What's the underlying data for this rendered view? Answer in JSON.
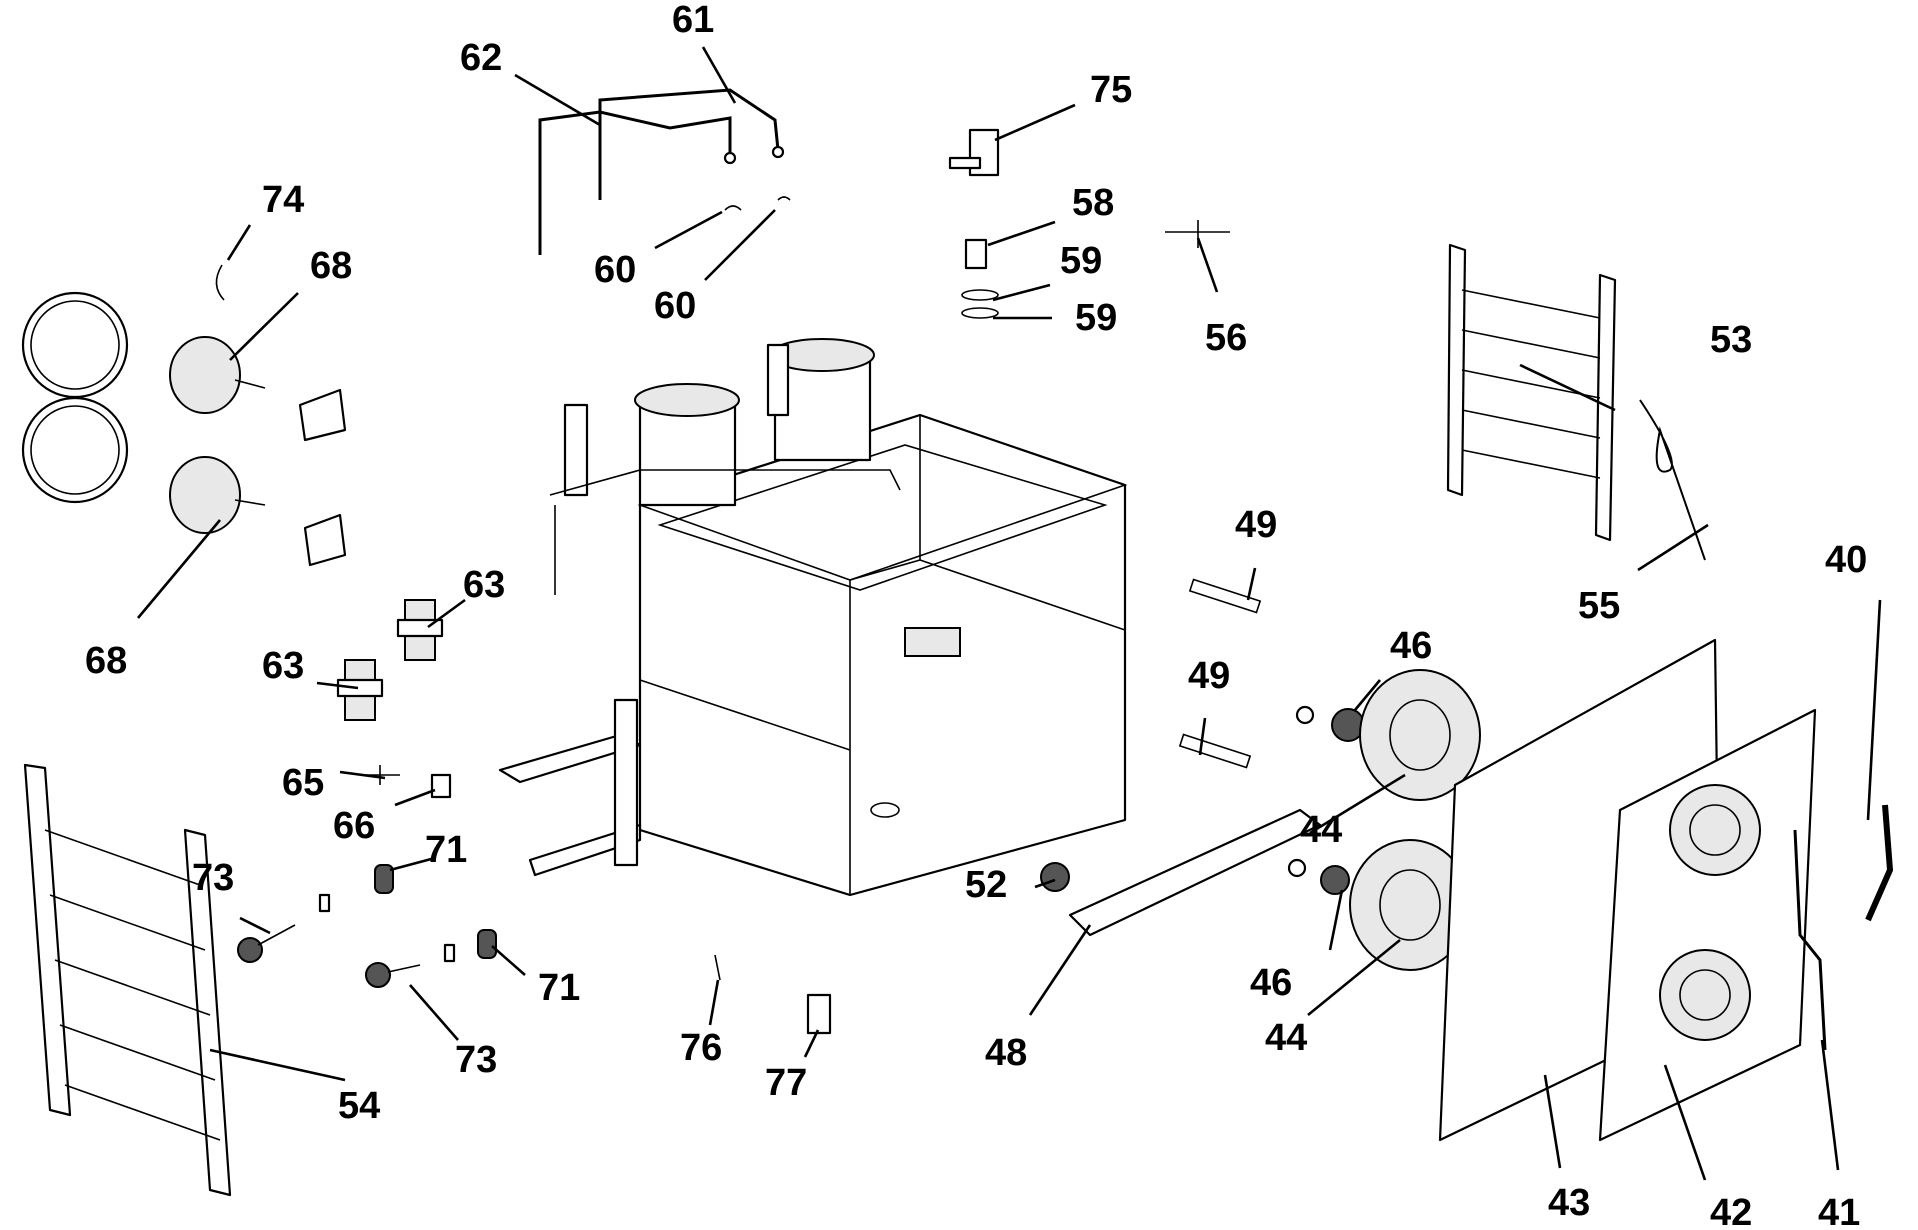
{
  "labels": {
    "l61": "61",
    "l62": "62",
    "l75": "75",
    "l74": "74",
    "l68a": "68",
    "l60a": "60",
    "l60b": "60",
    "l58": "58",
    "l59a": "59",
    "l59b": "59",
    "l56": "56",
    "l53": "53",
    "l55": "55",
    "l63a": "63",
    "l63b": "63",
    "l49a": "49",
    "l49b": "49",
    "l40": "40",
    "l46a": "46",
    "l46b": "46",
    "l68b": "68",
    "l65": "65",
    "l66": "66",
    "l71a": "71",
    "l71b": "71",
    "l73a": "73",
    "l73b": "73",
    "l44a": "44",
    "l44b": "44",
    "l52": "52",
    "l54": "54",
    "l76": "76",
    "l77": "77",
    "l48": "48",
    "l43": "43",
    "l42": "42",
    "l41": "41"
  }
}
